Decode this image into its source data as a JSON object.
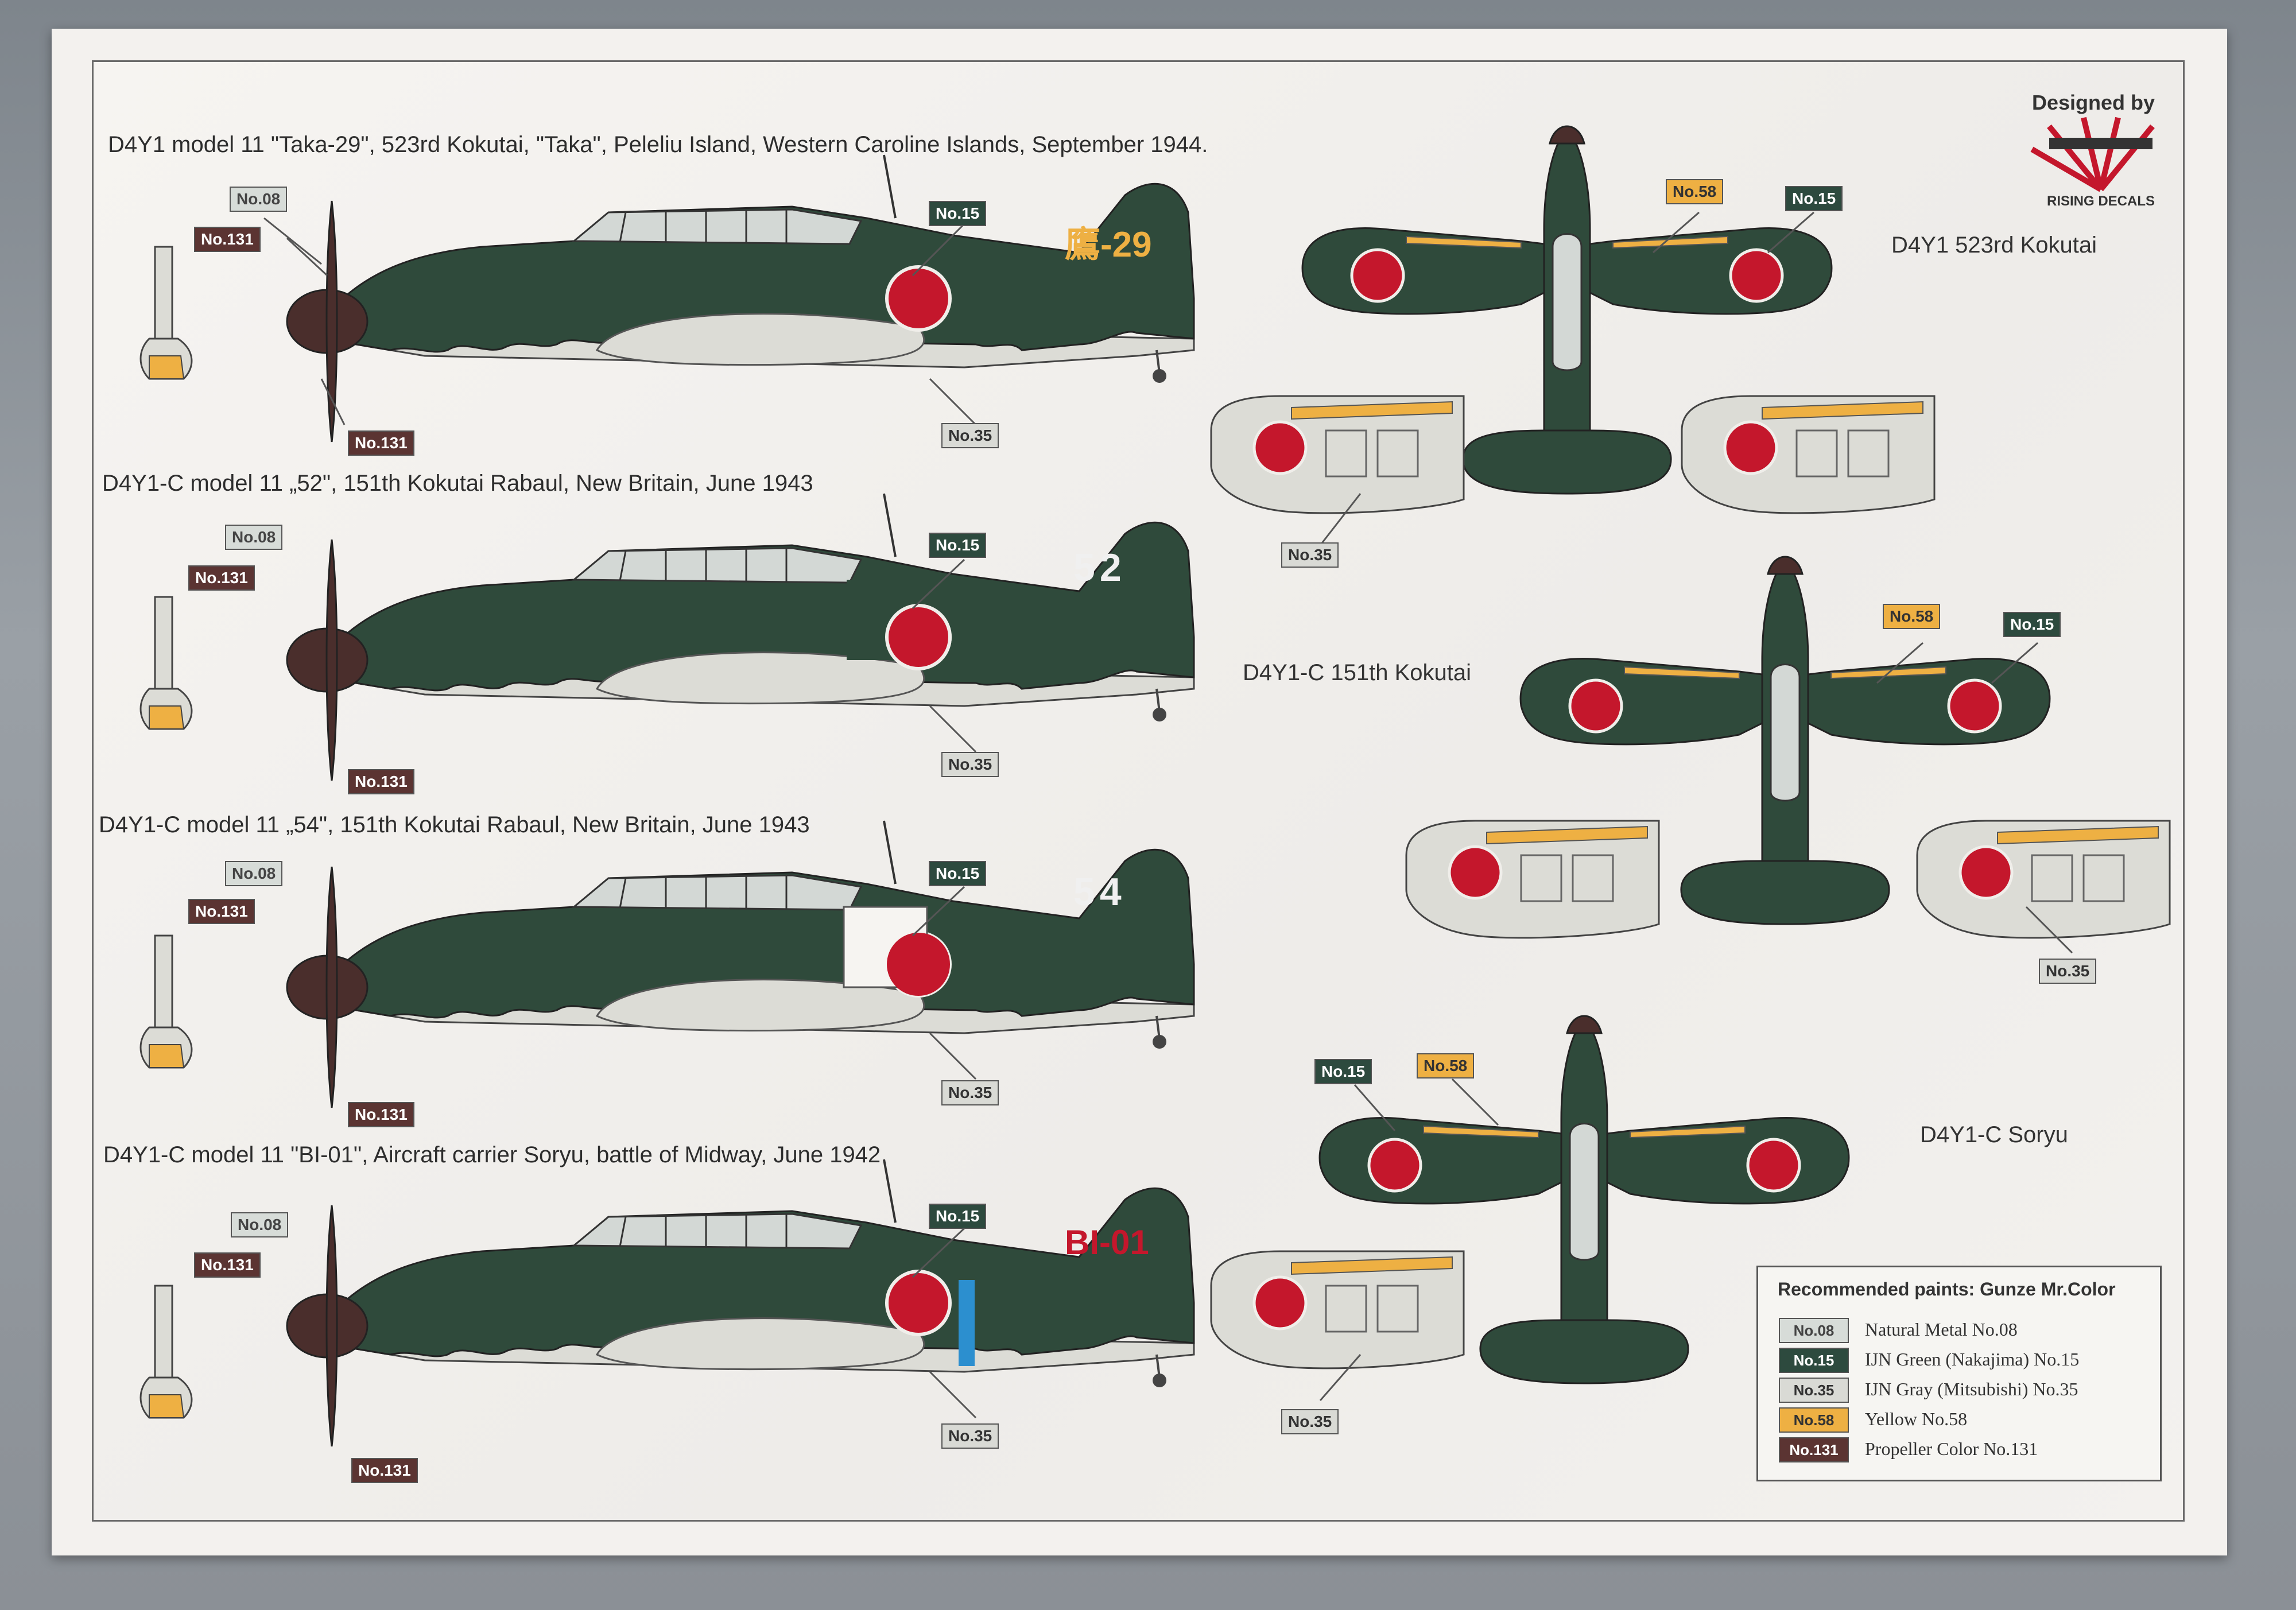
{
  "captions": {
    "c1": "D4Y1 model 11 \"Taka-29\", 523rd Kokutai, \"Taka\", Peleliu Island, Western Caroline Islands, September 1944.",
    "c2": "D4Y1-C model 11 „52\", 151th Kokutai Rabaul, New Britain, June 1943",
    "c3": "D4Y1-C model 11 „54\", 151th Kokutai Rabaul, New Britain, June 1943",
    "c4": "D4Y1-C model 11 \"BI-01\", Aircraft carrier Soryu, battle of Midway, June 1942"
  },
  "designer": {
    "label": "Designed by",
    "brand": "RISING DECALS"
  },
  "views": {
    "v1": "D4Y1 523rd Kokutai",
    "v2": "D4Y1-C 151th Kokutai",
    "v3": "D4Y1-C Soryu"
  },
  "codes": {
    "c1": "鷹-29",
    "c2": "52",
    "c3": "54",
    "c4": "BI-01"
  },
  "paint_tags": {
    "no08": "No.08",
    "no15": "No.15",
    "no35": "No.35",
    "no58": "No.58",
    "no131": "No.131"
  },
  "legend": {
    "title": "Recommended paints: Gunze Mr.Color",
    "rows": [
      {
        "code": "No.08",
        "text": "Natural Metal No.08",
        "color": "#d7dcd8"
      },
      {
        "code": "No.15",
        "text": "IJN Green (Nakajima) No.15",
        "color": "#2d4a3e"
      },
      {
        "code": "No.35",
        "text": "IJN Gray (Mitsubishi) No.35",
        "color": "#d9dad5"
      },
      {
        "code": "No.58",
        "text": "Yellow No.58",
        "color": "#eeb043"
      },
      {
        "code": "No.131",
        "text": "Propeller Color No.131",
        "color": "#5b3432"
      }
    ]
  },
  "colors": {
    "ijn_green": "#2f4a3b",
    "ijn_gray": "#dcdcd6",
    "hinomaru": "#c4172c",
    "yellow": "#eeb043",
    "propeller": "#4a2e2c",
    "blue_band": "#2c8fcf"
  }
}
